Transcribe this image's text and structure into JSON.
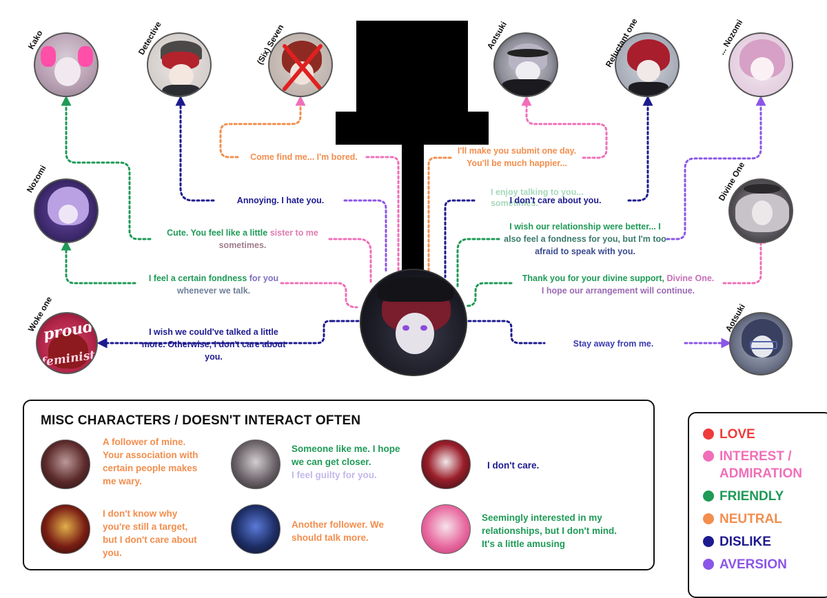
{
  "colors": {
    "love": "#ef3b3b",
    "interest": "#f06fb8",
    "friendly": "#1f9a57",
    "neutral": "#f28e4e",
    "dislike": "#1d1a8f",
    "aversion": "#8b55e8"
  },
  "characters": {
    "kako": "Kako",
    "detective": "Detective",
    "six_seven": "(Six) Seven",
    "aotsuki_top": "Aotsuki",
    "reluctant": "Reluctant one",
    "nozomi_top": "... Nozomi",
    "nozomi_left": "Nozomi",
    "divine": "Divine One",
    "woke": "Woke one",
    "aotsuki_right": "Aotsuki"
  },
  "avatar_text": {
    "woke_proud": "proud",
    "woke_feminist": "feminist"
  },
  "messages": {
    "six_seven": "Come find me... I'm bored.",
    "aotsuki_top_1": "I'll make you submit one day.",
    "aotsuki_top_2": "You'll be much happier...",
    "detective": "Annoying. I hate you.",
    "reluctant_overlay_1": "I enjoy talking to you...",
    "reluctant_overlay_2": "sometimes.",
    "reluctant_main": "I don't care about you.",
    "kako_1": "Cute. You feel like a little ",
    "kako_2": "sister to me",
    "kako_3": "sometimes.",
    "nozomi_top_1": "I wish our relationship were better... I",
    "nozomi_top_2": "also feel a fondness for you, but I'm too",
    "nozomi_top_3": "afraid to speak with you.",
    "nozomi_left_1": "I feel a certain fondness ",
    "nozomi_left_2": "for you",
    "nozomi_left_3": "whenever we talk.",
    "divine_1": "Thank you for your divine support, ",
    "divine_2": "Divine One.",
    "divine_3": "I hope our arrangement will continue.",
    "woke_1": "I wish we could've talked a little",
    "woke_2": "more. Otherwise, I don't care about",
    "woke_3": "you.",
    "aotsuki_right": "Stay away from me."
  },
  "misc": {
    "title": "MISC CHARACTERS / DOESN'T INTERACT OFTEN",
    "m1": [
      "A follower of mine.",
      "Your association with",
      "certain people makes",
      "me wary."
    ],
    "m2_main": [
      "Someone like me. I hope",
      "we can get closer."
    ],
    "m2_sub": "I feel guilty for you.",
    "m3": "I don't care.",
    "m4": [
      "I don't know why",
      "you're still a target,",
      "but I don't care about",
      "you."
    ],
    "m5": [
      "Another follower. We",
      "should talk more."
    ],
    "m6": [
      "Seemingly interested in my",
      "relationships, but I don't mind.",
      "It's a little amusing"
    ]
  },
  "legend": {
    "love": "LOVE",
    "interest_1": "INTEREST /",
    "interest_2": "ADMIRATION",
    "friendly": "FRIENDLY",
    "neutral": "NEUTRAL",
    "dislike": "DISLIKE",
    "aversion": "AVERSION"
  }
}
